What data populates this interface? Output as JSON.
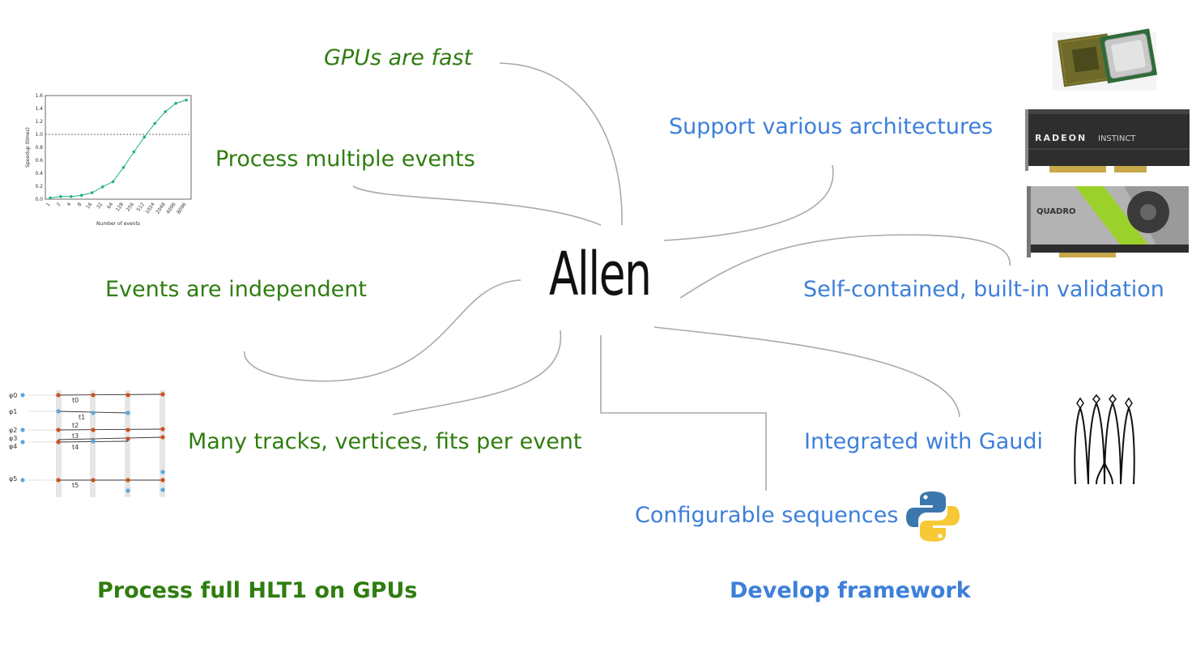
{
  "center": {
    "title": "Allen"
  },
  "left": {
    "gpus_fast": "GPUs are fast",
    "process_multiple": "Process multiple events",
    "events_independent": "Events are independent",
    "many_tracks": "Many tracks, vertices, fits per event",
    "heading": "Process full HLT1 on GPUs"
  },
  "right": {
    "support_arch": "Support various architectures",
    "self_contained": "Self-contained, built-in validation",
    "integrated_gaudi": "Integrated with Gaudi",
    "configurable": "Configurable sequences",
    "heading": "Develop framework"
  },
  "colors": {
    "green": "#2f7d10",
    "blue": "#3d7fd9",
    "line": "#aaaaaa",
    "chart": "#1fb08a"
  },
  "speedup_chart": {
    "ylabel": "Speedup (times)",
    "xlabel": "Number of events",
    "yticks": [
      "0.0",
      "0.2",
      "0.4",
      "0.6",
      "0.8",
      "1.0",
      "1.2",
      "1.4",
      "1.6"
    ],
    "xticks": [
      "1",
      "2",
      "4",
      "8",
      "16",
      "32",
      "64",
      "128",
      "256",
      "512",
      "1024",
      "2048",
      "4096",
      "8096"
    ]
  },
  "chart_data": {
    "type": "line",
    "categories": [
      "1",
      "2",
      "4",
      "8",
      "16",
      "32",
      "64",
      "128",
      "256",
      "512",
      "1024",
      "2048",
      "4096",
      "8096"
    ],
    "values": [
      0.02,
      0.04,
      0.04,
      0.06,
      0.1,
      0.19,
      0.27,
      0.49,
      0.73,
      0.96,
      1.17,
      1.35,
      1.48,
      1.53
    ],
    "xlabel": "Number of events",
    "ylabel": "Speedup (times)",
    "ylim": [
      0,
      1.6
    ],
    "reference_line": 1.0,
    "grid": false
  },
  "tracks_figure": {
    "phi_labels": [
      "φ0",
      "φ1",
      "φ2",
      "φ3",
      "φ4",
      "φ5"
    ],
    "track_labels": [
      "t0",
      "t1",
      "t2",
      "t3",
      "t4",
      "t5"
    ]
  },
  "hardware": {
    "radeon": {
      "brand": "RADEON",
      "model": "INSTINCT"
    },
    "quadro": {
      "brand": "QUADRO"
    }
  },
  "icons": [
    "cpu-chips-icon",
    "radeon-card-icon",
    "quadro-card-icon",
    "gaudi-cathedral-icon",
    "python-logo-icon"
  ]
}
